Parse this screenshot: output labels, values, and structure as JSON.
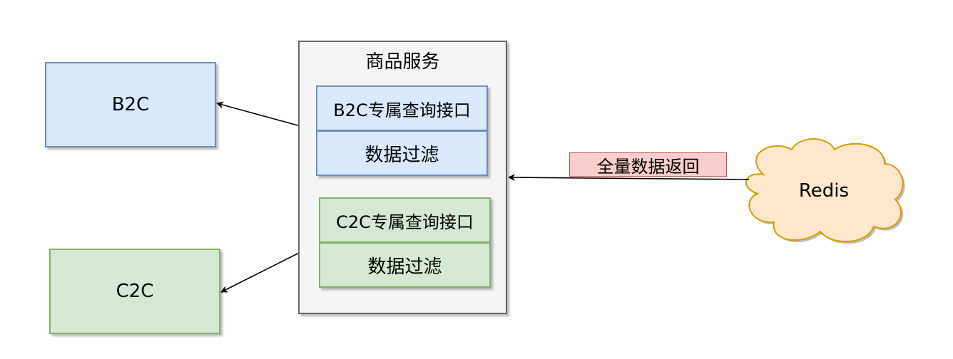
{
  "clients": {
    "b2c_label": "B2C",
    "c2c_label": "C2C"
  },
  "service": {
    "title": "商品服务",
    "b2c_query_label": "B2C专属查询接口",
    "b2c_filter_label": "数据过滤",
    "c2c_query_label": "C2C专属查询接口",
    "c2c_filter_label": "数据过滤"
  },
  "redis": {
    "label": "Redis",
    "return_label": "全量数据返回"
  },
  "colors": {
    "blue_fill": "#dae8fc",
    "blue_stroke": "#6c8ebf",
    "green_fill": "#d5e8d4",
    "green_stroke": "#82b366",
    "container_fill": "#f5f5f5",
    "container_stroke": "#666666",
    "cloud_fill": "#ffe6cc",
    "cloud_stroke": "#d79b00",
    "label_fill": "#f8cecc",
    "label_stroke": "#b85450"
  }
}
